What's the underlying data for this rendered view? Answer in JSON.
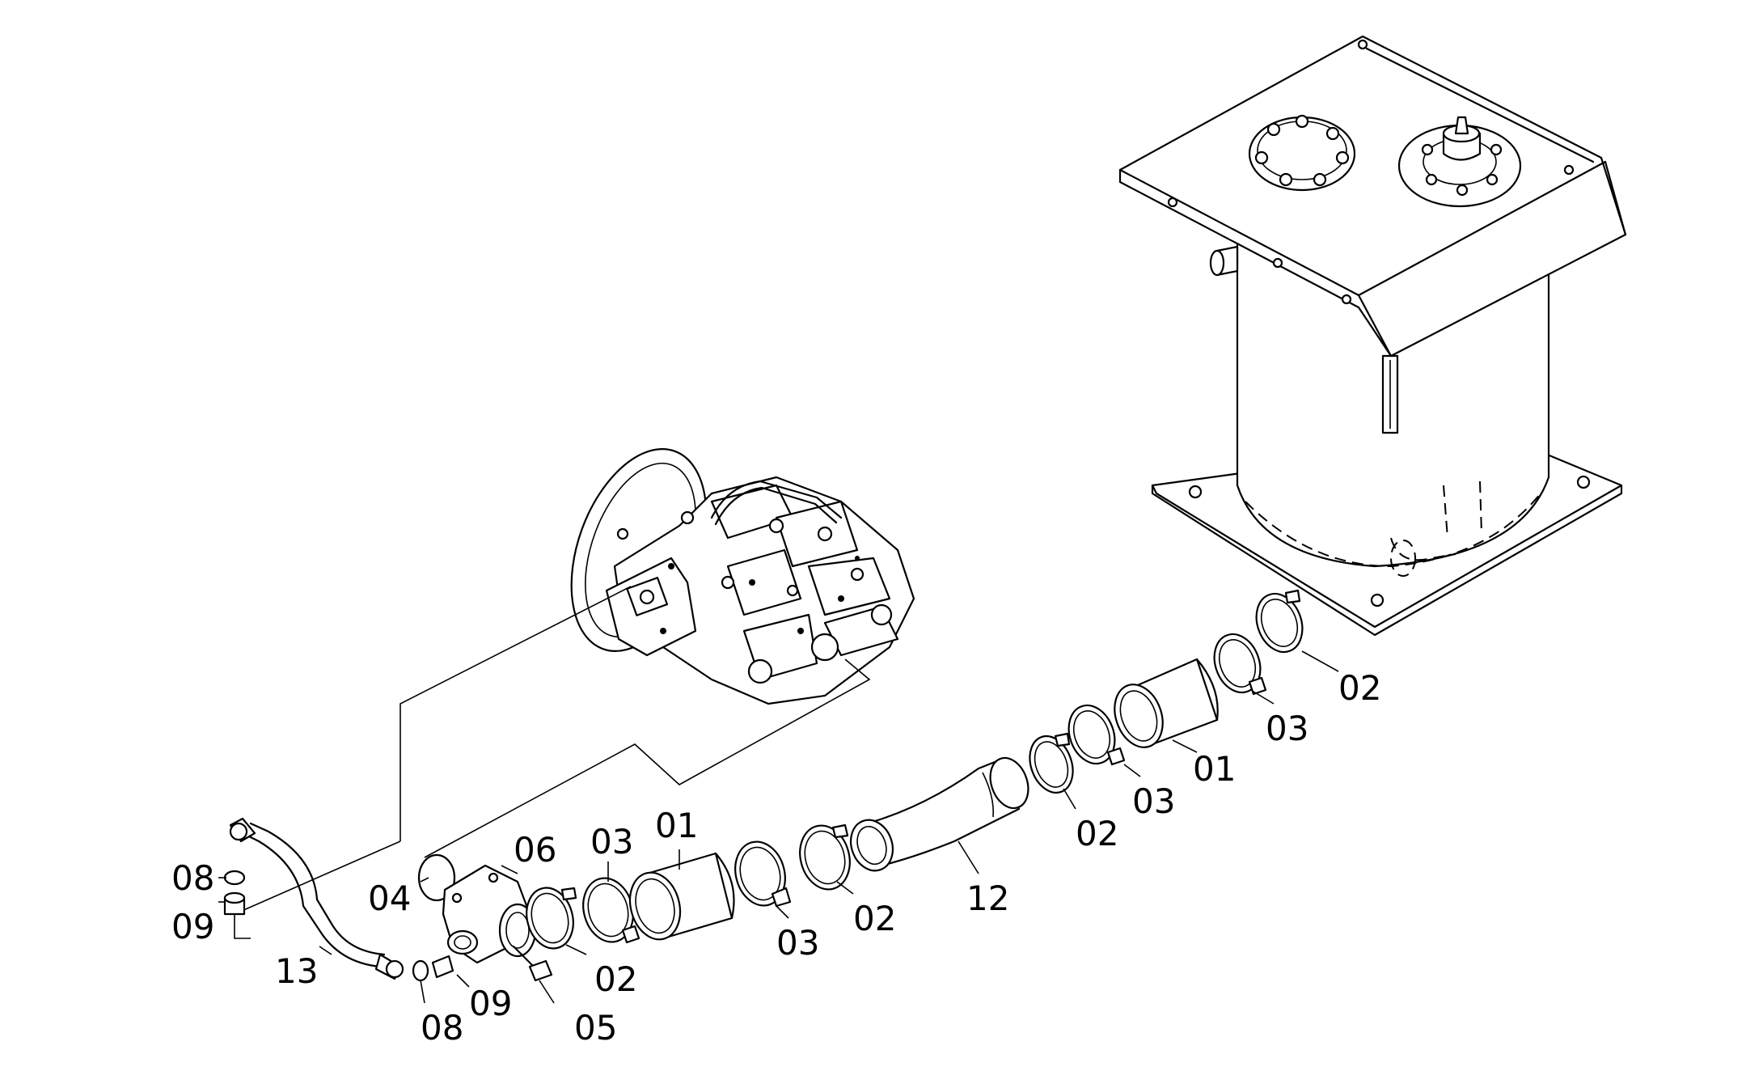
{
  "diagram": {
    "labels": {
      "hose_01_lower": "01",
      "hose_01_upper": "01",
      "clamp_02_a": "02",
      "clamp_02_b": "02",
      "clamp_02_c": "02",
      "clamp_02_d": "02",
      "clamp_03_a": "03",
      "clamp_03_b": "03",
      "clamp_03_c": "03",
      "clamp_03_d": "03",
      "oring_04": "04",
      "bolt_05": "05",
      "elbow_06": "06",
      "oring_08_top": "08",
      "oring_08_bottom": "08",
      "adapter_09_top": "09",
      "adapter_09_bottom": "09",
      "pipe_12": "12",
      "hose_13": "13"
    }
  }
}
